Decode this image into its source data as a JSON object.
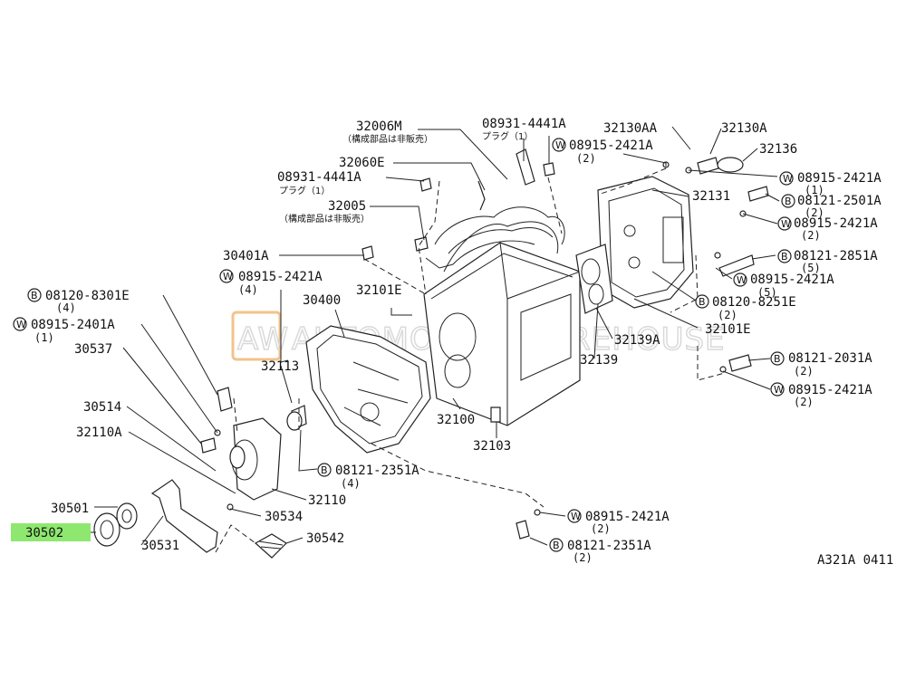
{
  "watermark": {
    "logo": "AW",
    "text": "AUTOMOTIVE WAREHOUSE"
  },
  "diagram_code": "A321A 0411",
  "highlighted_part": "30502",
  "note_jp": "（構成部品は非販売）",
  "plug_jp": "プラグ（1）",
  "labels": {
    "p32006M": "32006M",
    "p08931_top": "08931-4441A",
    "p32130AA": "32130AA",
    "p32130A": "32130A",
    "p08915_2421_a": "08915-2421A",
    "q2_a": "(2)",
    "p32136": "32136",
    "p32060E": "32060E",
    "p08915_2421_b": "08915-2421A",
    "q1_b": "(1)",
    "p08931_mid": "08931-4441A",
    "p32131": "32131",
    "p08121_2501": "08121-2501A",
    "q2_c": "(2)",
    "p32005": "32005",
    "p08915_2421_c": "08915-2421A",
    "q2_d": "(2)",
    "p30401A": "30401A",
    "p08121_2851": "08121-2851A",
    "q5_e": "(5)",
    "p08915_2421_e": "08915-2421A",
    "q4_e": "(4)",
    "p08915_2421_f": "08915-2421A",
    "q5_f": "(5)",
    "p30400": "30400",
    "p32101E_a": "32101E",
    "p08120_8251": "08120-8251E",
    "q2_g": "(2)",
    "p08120_8301": "08120-8301E",
    "q4_h": "(4)",
    "p08915_2401": "08915-2401A",
    "q1_i": "(1)",
    "p32101E_b": "32101E",
    "p32139A": "32139A",
    "p30537": "30537",
    "p32113": "32113",
    "p32139": "32139",
    "p08121_2031": "08121-2031A",
    "q2_j": "(2)",
    "p08915_2421_k": "08915-2421A",
    "q2_k": "(2)",
    "p30514": "30514",
    "p32100": "32100",
    "p32110A": "32110A",
    "p32103": "32103",
    "p08121_2351_a": "08121-2351A",
    "q4_l": "(4)",
    "p32110": "32110",
    "p30501": "30501",
    "p30534": "30534",
    "p08915_2421_m": "08915-2421A",
    "q2_m": "(2)",
    "p30502": "30502",
    "p30542": "30542",
    "p30531": "30531",
    "p08121_2351_b": "08121-2351A",
    "q2_n": "(2)"
  },
  "marks": {
    "washer": "W",
    "bolt": "B"
  }
}
